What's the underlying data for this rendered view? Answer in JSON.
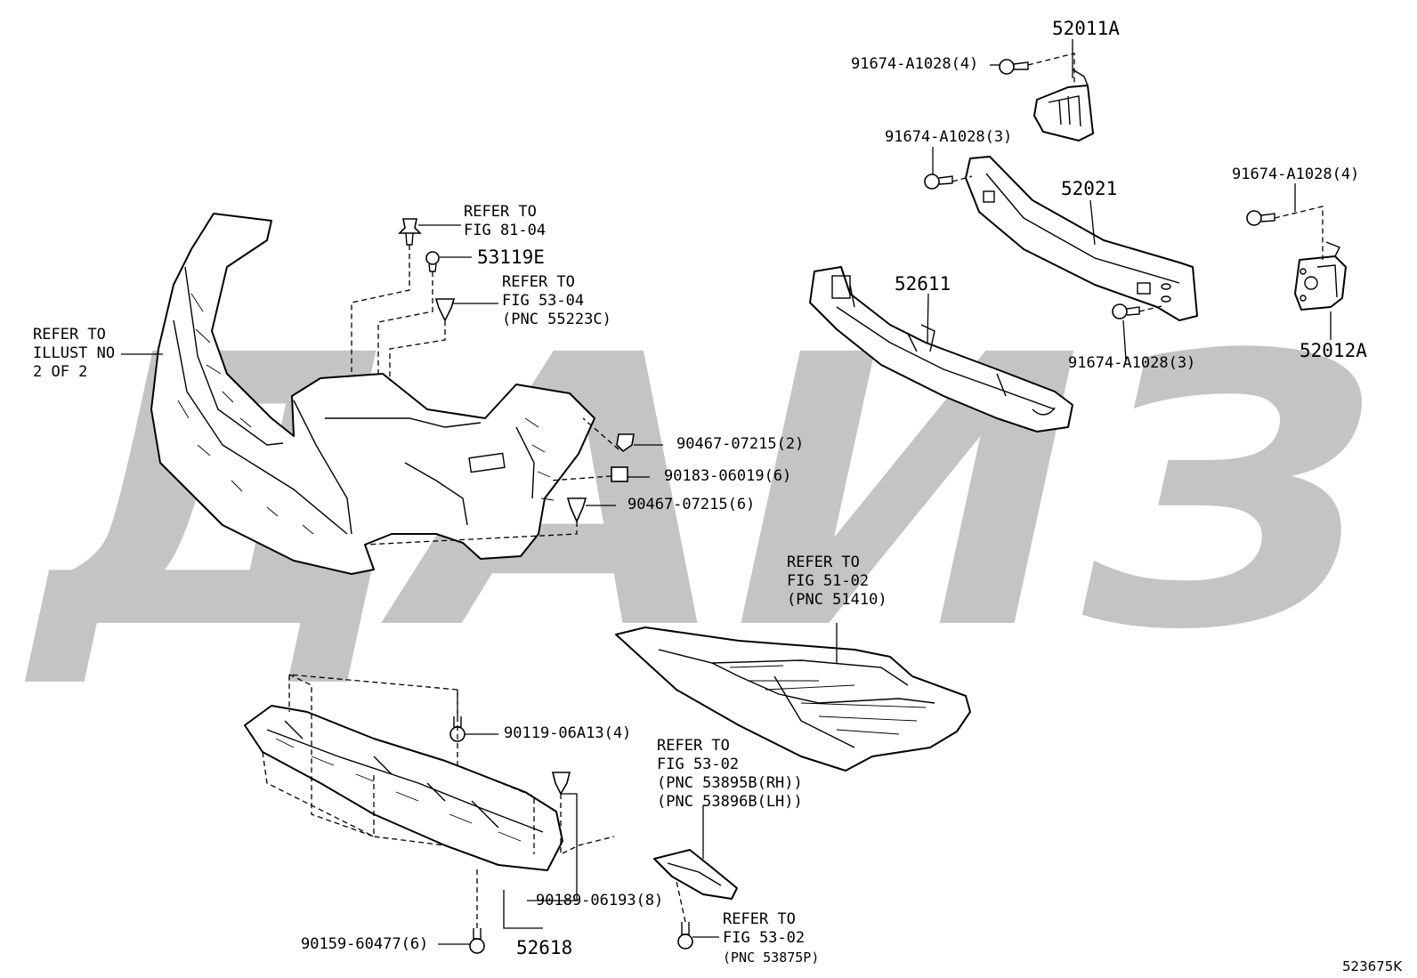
{
  "diagram": {
    "watermark_glyphs": "ДАИЗ",
    "figure_code": "523675K",
    "parts": {
      "p52011A": "52011A",
      "p52021": "52021",
      "p52611": "52611",
      "p52012A": "52012A",
      "p53119E": "53119E",
      "p52618": "52618"
    },
    "callouts": {
      "bolt_top": "91674-A1028(4)",
      "bolt_mid": "91674-A1028(3)",
      "bolt_right": "91674-A1028(4)",
      "bolt_lower": "91674-A1028(3)",
      "refer_81_04": "REFER TO\nFIG 81-04",
      "refer_53_04": "REFER TO\nFIG 53-04\n(PNC 55223C)",
      "refer_illust": "REFER TO\nILLUST NO\n2 OF 2",
      "clip_1": "90467-07215(2)",
      "clip_2": "90183-06019(6)",
      "clip_3": "90467-07215(6)",
      "refer_51_02": "REFER TO\nFIG 51-02\n(PNC 51410)",
      "screw_1": "90119-06A13(4)",
      "refer_53_02_a": "REFER TO\nFIG 53-02\n(PNC 53895B(RH))\n(PNC 53896B(LH))",
      "clip_4": "90189-06193(8)",
      "screw_2": "90159-60477(6)",
      "refer_53_02_b": "REFER TO\nFIG 53-02",
      "pnc_53875p": "(PNC 53875P)"
    }
  }
}
